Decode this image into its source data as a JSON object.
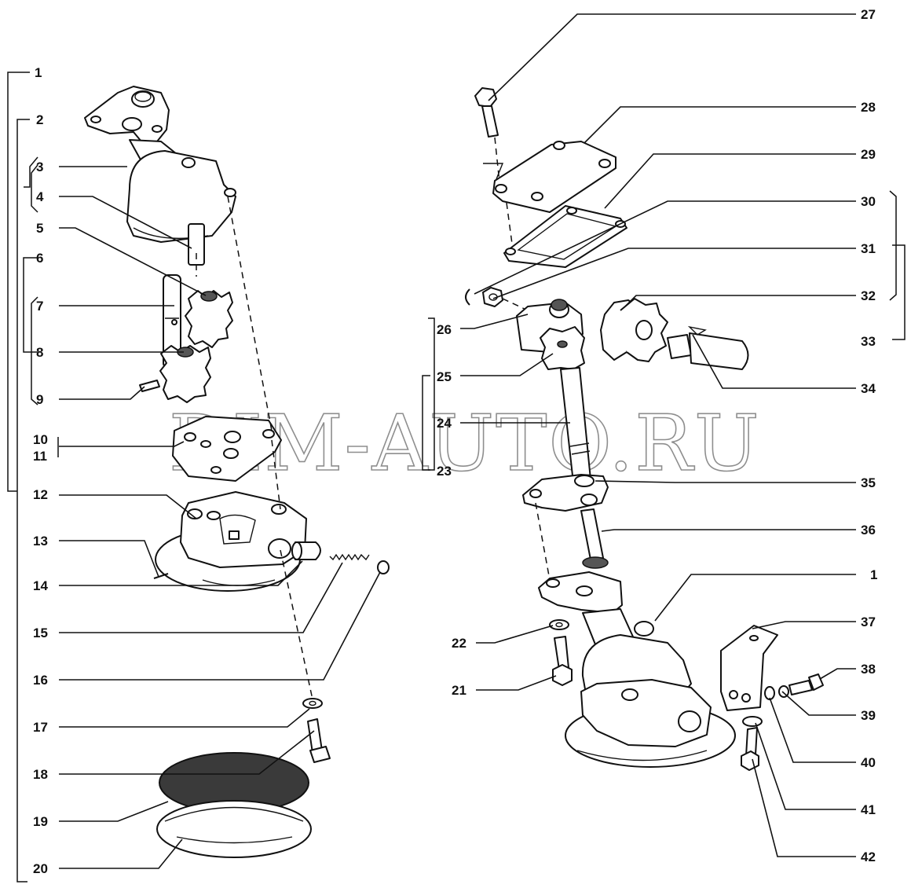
{
  "watermark": "DIM-AUTO.RU",
  "left_callouts": [
    "1",
    "2",
    "3",
    "4",
    "5",
    "6",
    "7",
    "8",
    "9",
    "10",
    "11",
    "12",
    "13",
    "14",
    "15",
    "16",
    "17",
    "18",
    "19",
    "20"
  ],
  "right_callouts": [
    "27",
    "28",
    "29",
    "30",
    "31",
    "32",
    "33",
    "34",
    "35",
    "36",
    "1",
    "37",
    "38",
    "39",
    "40",
    "41",
    "42"
  ],
  "center_callouts": [
    "26",
    "25",
    "24",
    "23",
    "22",
    "21"
  ]
}
